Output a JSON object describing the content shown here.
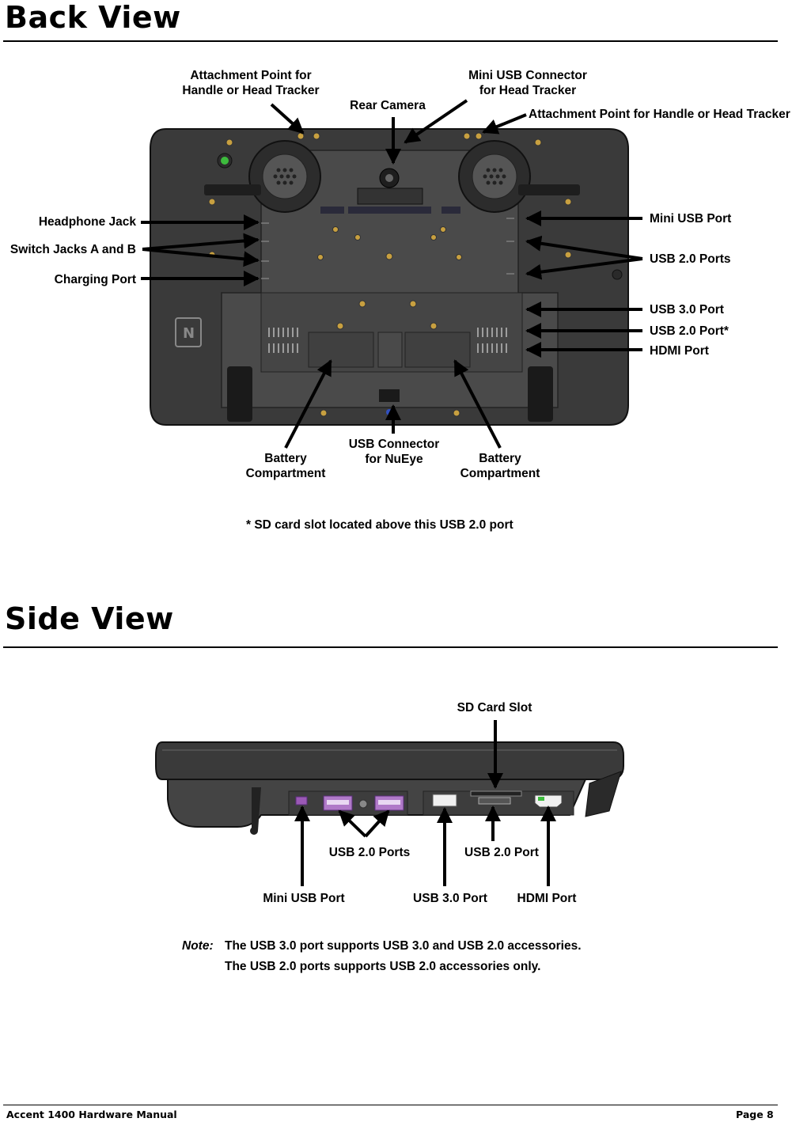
{
  "back_view": {
    "title": "Back View",
    "labels": {
      "attach_left": [
        "Attachment Point for",
        "Handle or Head Tracker"
      ],
      "rear_camera": "Rear Camera",
      "mini_usb_connector": [
        "Mini USB Connector",
        "for Head Tracker"
      ],
      "attach_right": "Attachment Point for Handle or Head Tracker",
      "headphone_jack": "Headphone Jack",
      "switch_jacks": "Switch Jacks A and B",
      "charging_port": "Charging Port",
      "mini_usb_port": "Mini USB Port",
      "usb20_ports": "USB 2.0 Ports",
      "usb30_port": "USB 3.0 Port",
      "usb20_port_star": "USB 2.0 Port*",
      "hdmi_port": "HDMI Port",
      "battery_left": [
        "Battery",
        "Compartment"
      ],
      "usb_nueye": [
        "USB Connector",
        "for NuEye"
      ],
      "battery_right": [
        "Battery",
        "Compartment"
      ]
    },
    "footnote": "* SD card slot located above this USB 2.0 port"
  },
  "side_view": {
    "title": "Side View",
    "labels": {
      "sd_card_slot": "SD Card Slot",
      "usb20_ports": "USB 2.0 Ports",
      "usb20_port": "USB 2.0 Port",
      "mini_usb_port": "Mini USB Port",
      "usb30_port": "USB 3.0 Port",
      "hdmi_port": "HDMI Port"
    },
    "note_lead": "Note:",
    "note_lines": [
      "The USB 3.0 port supports USB 3.0 and USB 2.0 accessories.",
      "The USB 2.0 ports supports USB 2.0 accessories only."
    ]
  },
  "footer": {
    "left": "Accent 1400 Hardware Manual",
    "right": "Page 8"
  },
  "colors": {
    "device_body": "#3a3a3a",
    "device_dark": "#1e1e1e",
    "led_green": "#3dbb3d",
    "port_purple": "#9b59b6"
  }
}
